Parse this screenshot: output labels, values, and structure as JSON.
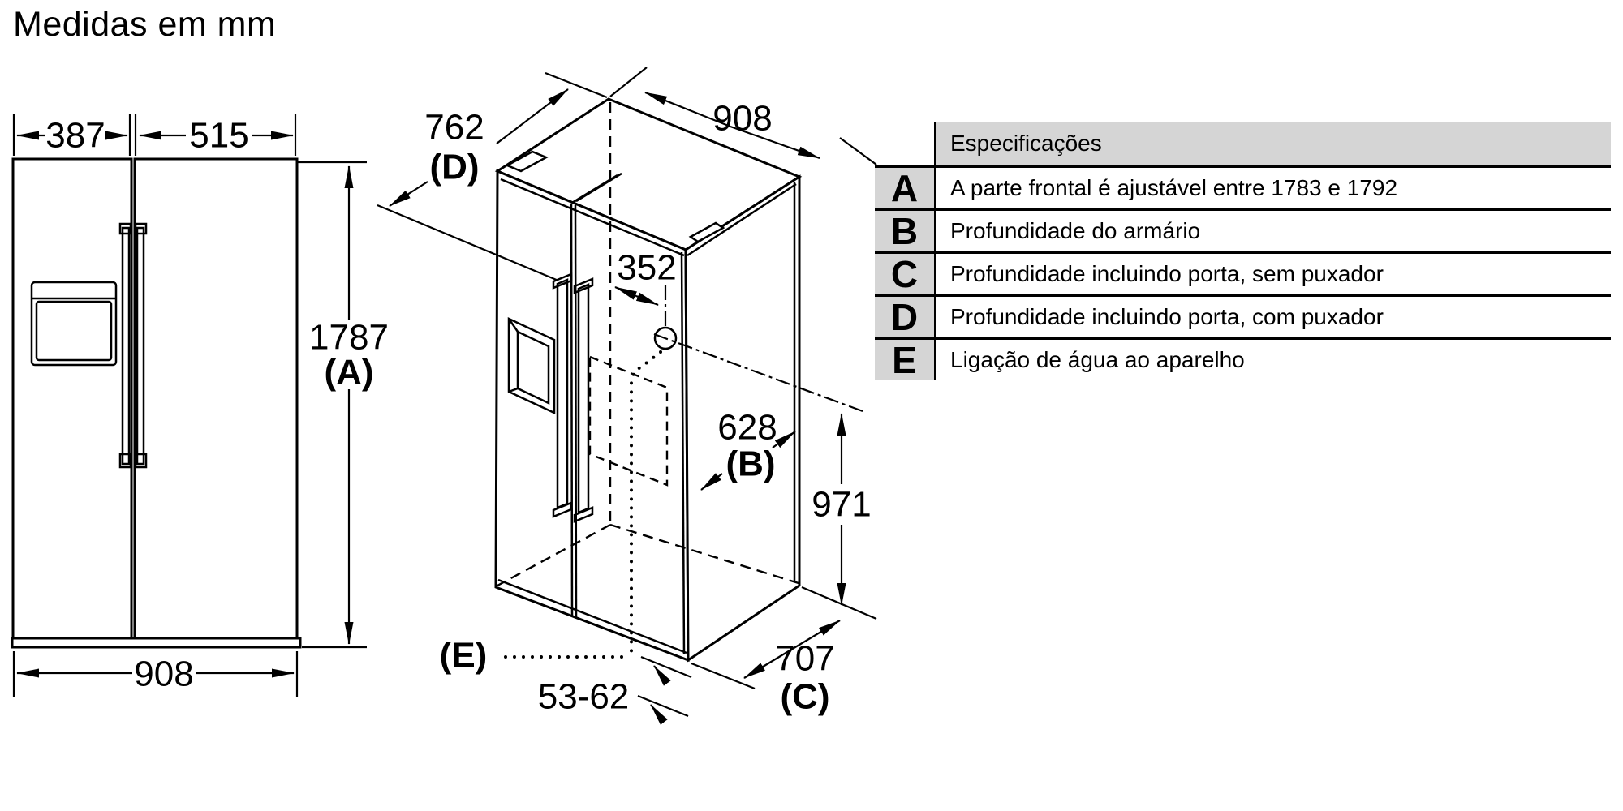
{
  "title": "Medidas em mm",
  "front_view": {
    "left_door_width": "387",
    "right_door_width": "515",
    "total_width": "908",
    "height": "1787",
    "height_key": "(A)"
  },
  "iso_view": {
    "depth_with_handle": "762",
    "depth_with_handle_key": "(D)",
    "top_width": "908",
    "water_offset": "352",
    "cabinet_depth": "628",
    "cabinet_depth_key": "(B)",
    "rear_height": "971",
    "depth_without_handle": "707",
    "depth_without_handle_key": "(C)",
    "base_height": "53-62",
    "water_connection_key": "(E)"
  },
  "spec_table": {
    "header": "Especificações",
    "rows": [
      {
        "key": "A",
        "text": "A parte frontal é ajustável entre 1783 e 1792"
      },
      {
        "key": "B",
        "text": "Profundidade do armário"
      },
      {
        "key": "C",
        "text": "Profundidade incluindo porta, sem puxador"
      },
      {
        "key": "D",
        "text": "Profundidade incluindo porta, com puxador"
      },
      {
        "key": "E",
        "text": "Ligação de água ao aparelho"
      }
    ]
  },
  "colors": {
    "line": "#000000",
    "table_header_bg": "#d5d5d5",
    "background": "#ffffff"
  }
}
